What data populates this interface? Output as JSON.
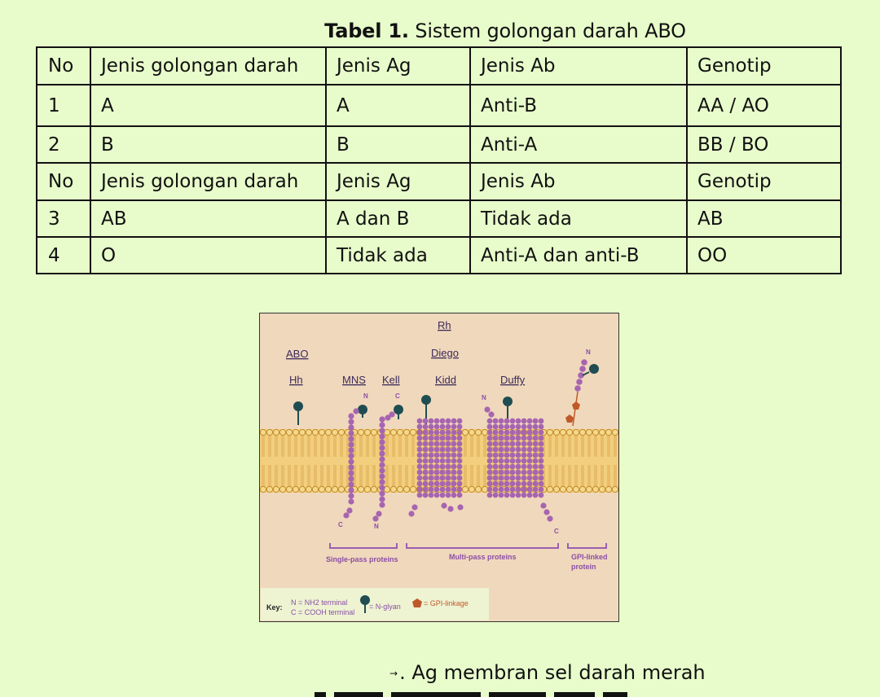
{
  "title": {
    "bold": "Tabel  1.",
    "rest": " Sistem golongan darah ABO"
  },
  "table": {
    "rows": [
      [
        "No",
        "Jenis golongan darah",
        "Jenis Ag",
        "Jenis Ab",
        "Genotip"
      ],
      [
        "1",
        "A",
        "A",
        "Anti-B",
        "AA / AO"
      ],
      [
        "2",
        "B",
        "B",
        "Anti-A",
        "BB / BO"
      ],
      [
        "No",
        "Jenis golongan darah",
        "Jenis Ag",
        "Jenis Ab",
        "Genotip"
      ],
      [
        "3",
        "AB",
        "A dan B",
        "Tidak ada",
        "AB"
      ],
      [
        "4",
        "O",
        "Tidak ada",
        "Anti-A dan anti-B",
        "OO"
      ]
    ]
  },
  "figure": {
    "labels": {
      "abo": "ABO",
      "hh": "Hh",
      "mns": "MNS",
      "kell": "Kell",
      "rh": "Rh",
      "diego": "Diego",
      "kidd": "Kidd",
      "duffy": "Duffy"
    },
    "groups": {
      "single": "Single-pass proteins",
      "multi": "Multi-pass proteins",
      "gpi_line1": "GPI-linked",
      "gpi_line2": "protein"
    },
    "key": {
      "title": "Key:",
      "n": "N = NH2 terminal",
      "c": "C = COOH terminal",
      "glycan": "= N-glyan",
      "gpi": "= GPI-linkage"
    },
    "terminals": {
      "n": "N",
      "c": "C"
    },
    "colors": {
      "membrane": "#f2cf7e",
      "cytoplasm": "#f0d8bc",
      "protein": "#a765b0",
      "glycan": "#1f4d52",
      "gpi": "#c0592a",
      "bracket": "#9a5fb0"
    }
  },
  "caption": {
    "marker": "→",
    "text": ". Ag membran sel darah merah"
  }
}
